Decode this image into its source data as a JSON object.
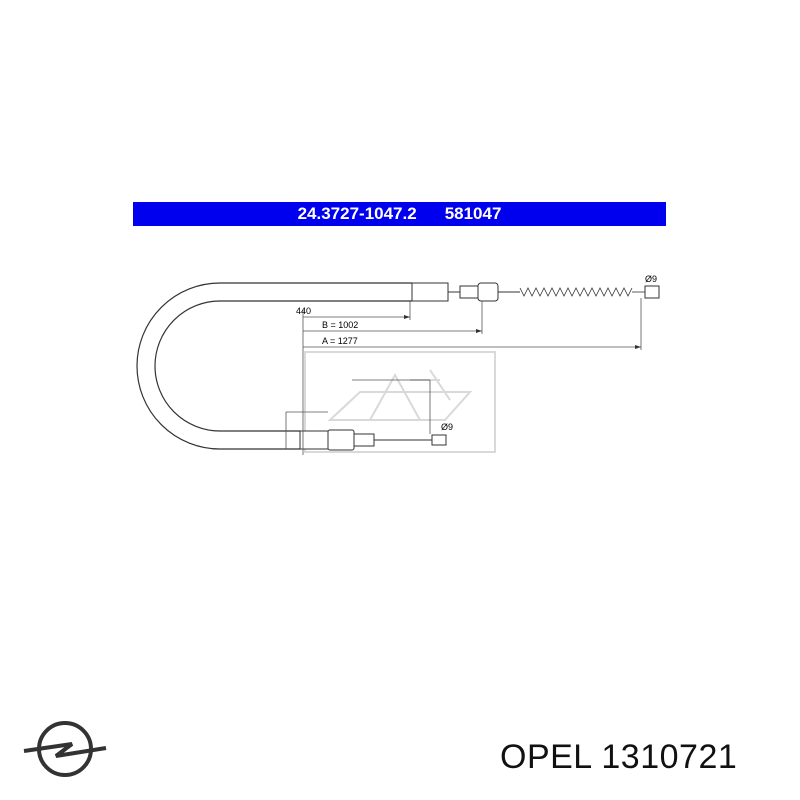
{
  "header": {
    "part_number": "24.3727-1047.2",
    "ref_number": "581047",
    "background_color": "#0000ee"
  },
  "dimensions": {
    "dim_440": "440",
    "dim_b": "B = 1002",
    "dim_a": "A = 1277",
    "dia_right": "Ø9",
    "dia_lower": "Ø9"
  },
  "watermark": {
    "icon": "ate-logo-icon"
  },
  "brand": {
    "label": "OPEL 1310721",
    "logo_icon": "opel-logo-icon"
  }
}
